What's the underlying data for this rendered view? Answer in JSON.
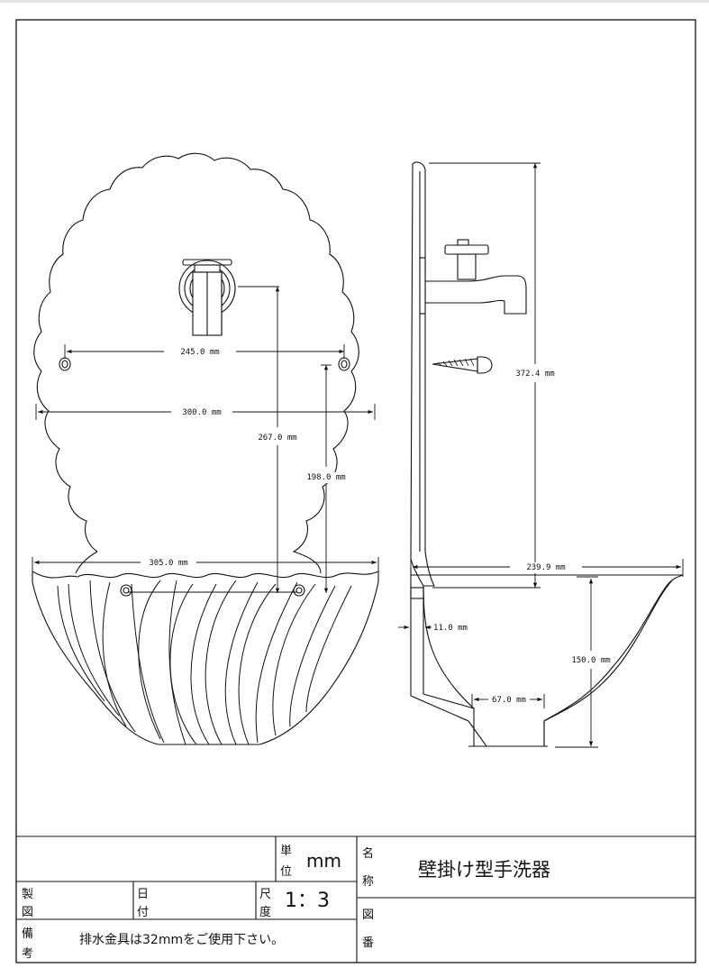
{
  "drawing": {
    "front_view": {
      "dims": {
        "hole_spacing": "245.0 mm",
        "back_width": "300.0 mm",
        "faucet_height": "267.0 mm",
        "hole_height": "198.0 mm",
        "bowl_width": "305.0 mm"
      }
    },
    "side_view": {
      "dims": {
        "total_height": "372.4 mm",
        "depth": "239.9 mm",
        "wall_thickness": "11.0 mm",
        "bowl_height": "150.0 mm",
        "drain_width": "67.0 mm"
      }
    }
  },
  "title_block": {
    "unit_label_1": "単",
    "unit_label_2": "位",
    "unit_value": "mm",
    "name_label_1": "名",
    "name_label_2": "称",
    "name_value": "壁掛け型手洗器",
    "made_label_1": "製",
    "made_label_2": "図",
    "date_label_1": "日",
    "date_label_2": "付",
    "scale_label_1": "尺",
    "scale_label_2": "度",
    "scale_value": "1：3",
    "drawing_no_label_1": "図",
    "drawing_no_label_2": "番",
    "remarks_label_1": "備",
    "remarks_label_2": "考",
    "remarks_value": "排水金具は32mmをご使用下さい。"
  }
}
